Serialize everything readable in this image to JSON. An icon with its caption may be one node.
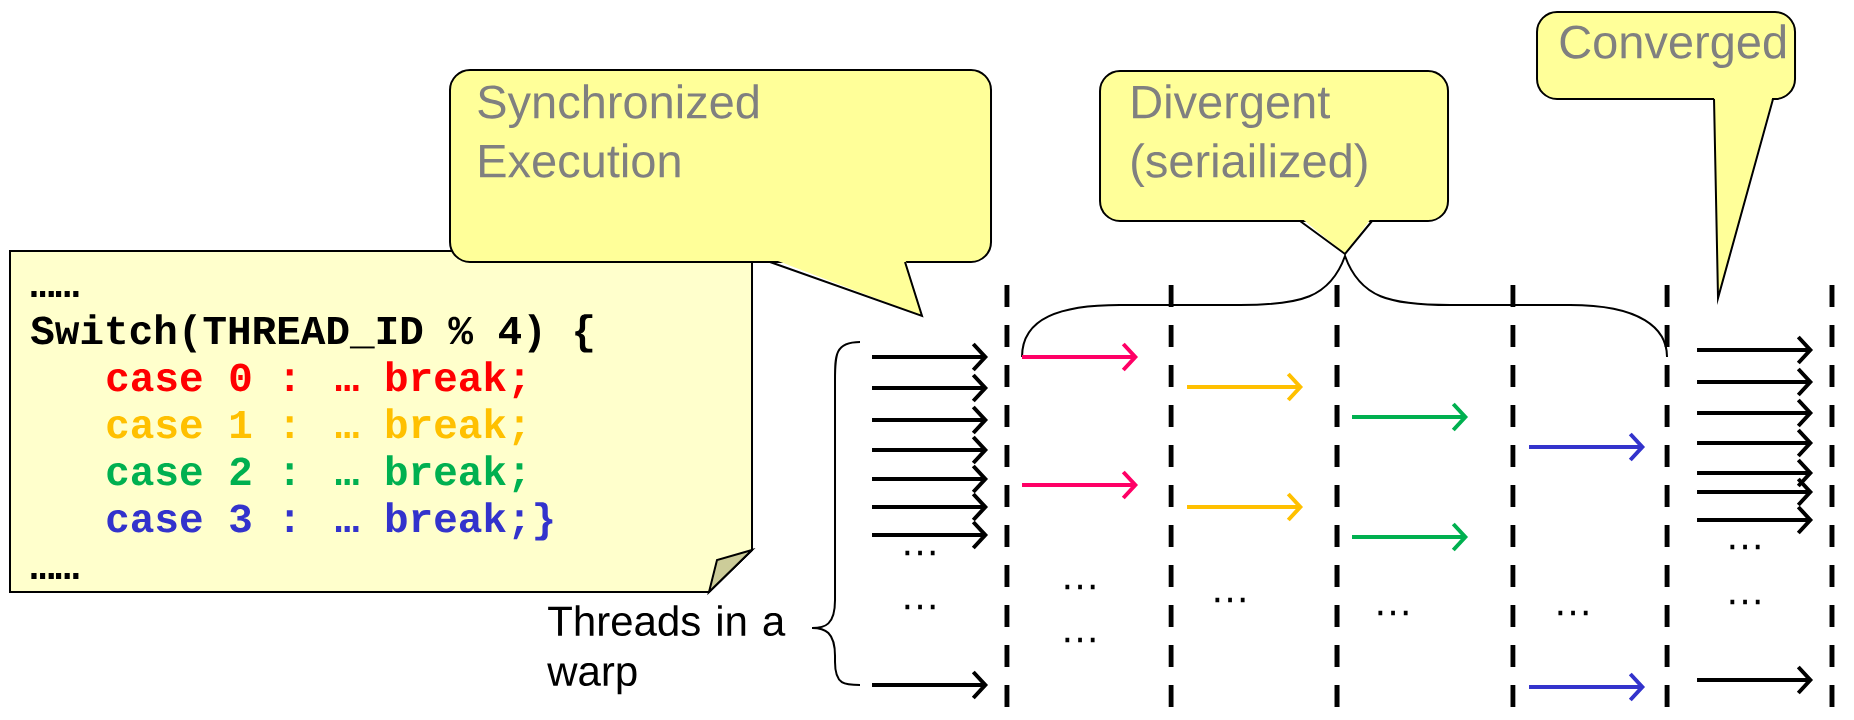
{
  "diagram": {
    "nodes": [
      {
        "text": [
          "……",
          "Switch(THREAD_ID % 4) {",
          "case 0 : … break;",
          "case 1 : … break;",
          "case 2 : … break;",
          "case 3 : … break;}",
          "……"
        ]
      },
      {
        "text": [
          "Synchronized Execution"
        ]
      },
      {
        "text": [
          "Divergent (seriailized)"
        ]
      },
      {
        "text": [
          "Converged"
        ]
      }
    ],
    "labels": [
      "Threads in a warp",
      "…",
      "…",
      "…",
      "…",
      "…",
      "…",
      "…",
      "…",
      "…"
    ]
  }
}
